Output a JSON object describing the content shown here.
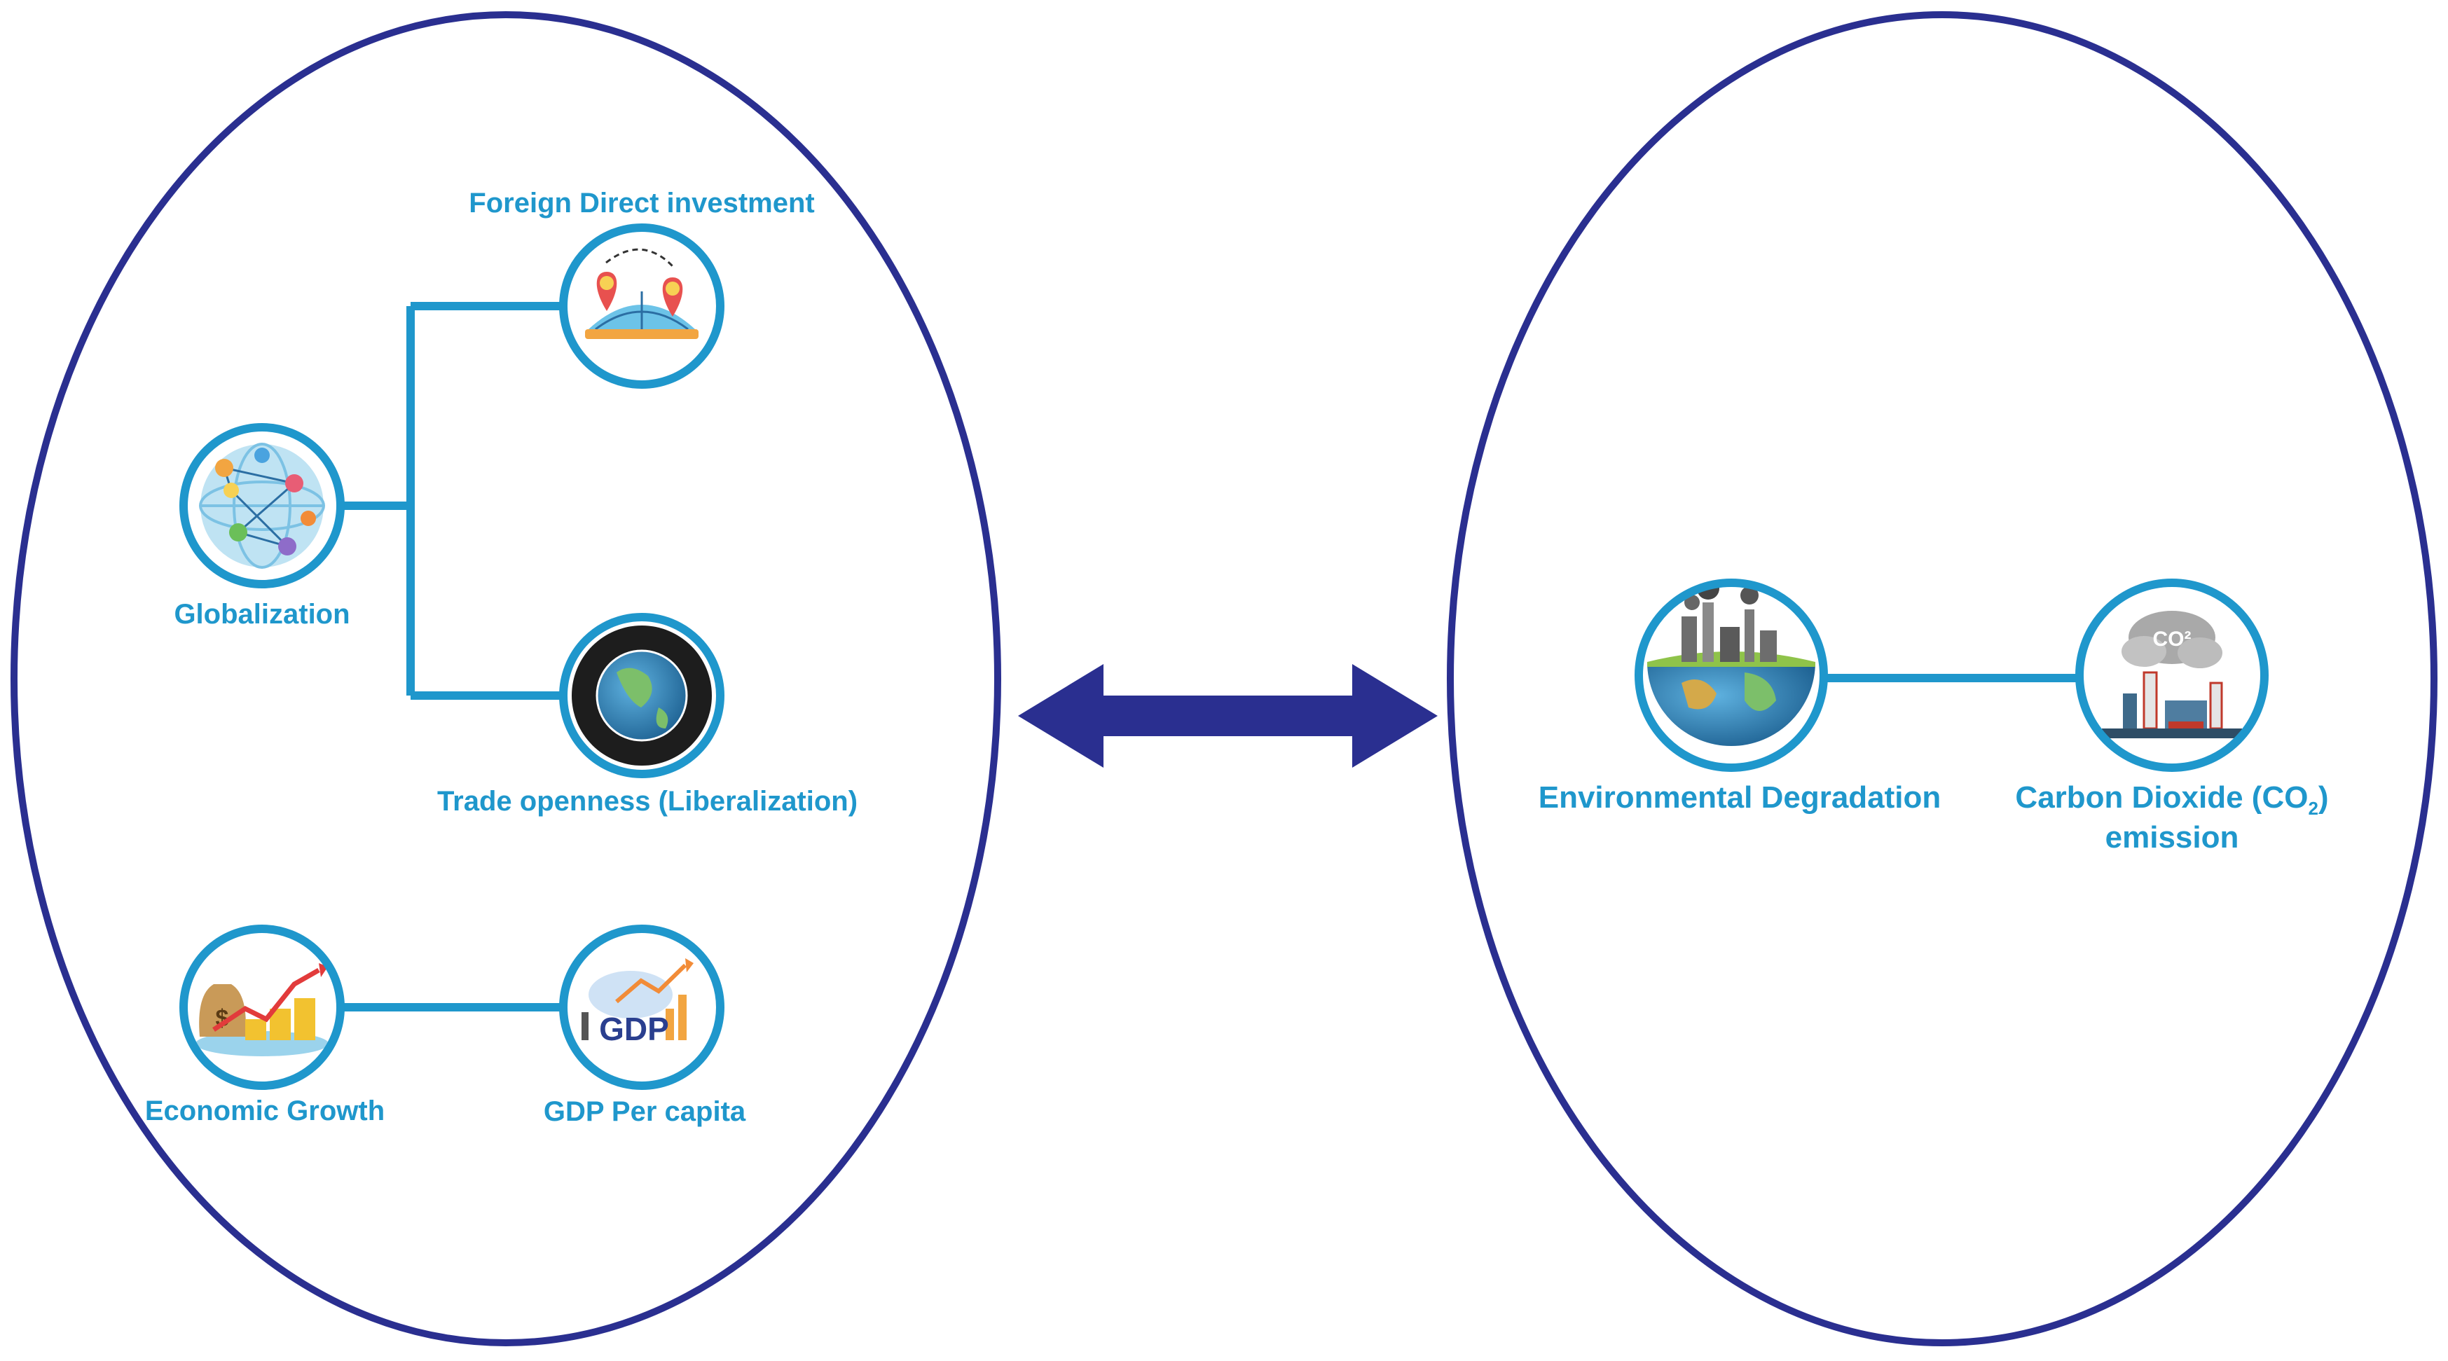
{
  "diagram": {
    "colors": {
      "ellipse": "#2a2f90",
      "arrow": "#2a2f90",
      "connector": "#1f97cc",
      "label": "#1f97cc",
      "node_ring": "#1f97cc"
    },
    "left_group": {
      "globalization": {
        "label": "Globalization",
        "icon": "globe-network-icon"
      },
      "fdi": {
        "label": "Foreign Direct investment",
        "icon": "globe-dollar-pins-icon"
      },
      "trade": {
        "label": "Trade openness (Liberalization)",
        "icon": "globe-crowd-icon"
      },
      "economic_growth": {
        "label": "Economic Growth",
        "icon": "money-bags-growth-icon"
      },
      "gdp": {
        "label": "GDP Per capita",
        "icon": "gdp-chart-icon"
      }
    },
    "relation": {
      "icon": "double-headed-arrow-icon"
    },
    "right_group": {
      "env": {
        "label": "Environmental Degradation",
        "icon": "polluted-earth-icon"
      },
      "co2": {
        "label_main": "Carbon Dioxide (CO",
        "label_sub": "2",
        "label_close": ")",
        "label_line2": "emission",
        "icon": "co2-factory-icon",
        "icon_text": "CO²"
      },
      "gdp_icon_text": "GDP"
    }
  }
}
